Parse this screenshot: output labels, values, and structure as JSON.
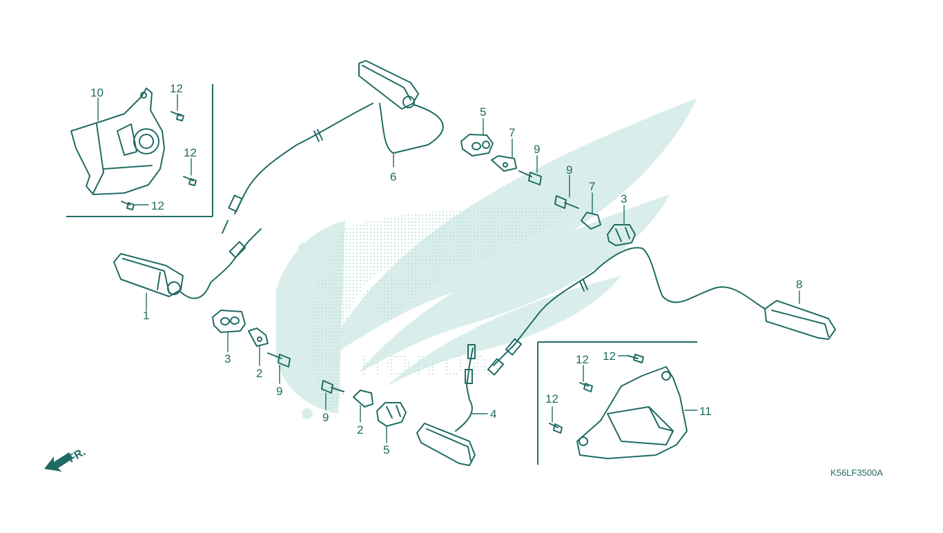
{
  "diagram": {
    "colors": {
      "line": "#1f6b63",
      "watermark": "#d9eeea",
      "watermark_dots": "#c4e2dc",
      "background": "#ffffff"
    },
    "watermark_text": "HONDA",
    "direction_label": "FR.",
    "part_code": "K56LF3500A",
    "callouts": {
      "c1": "1",
      "c2a": "2",
      "c2b": "2",
      "c3a": "3",
      "c3b": "3",
      "c4": "4",
      "c5a": "5",
      "c5b": "5",
      "c6": "6",
      "c7a": "7",
      "c7b": "7",
      "c8": "8",
      "c9a": "9",
      "c9b": "9",
      "c9c": "9",
      "c9d": "9",
      "c10": "10",
      "c11": "11",
      "c12a": "12",
      "c12b": "12",
      "c12c": "12",
      "c12d": "12",
      "c12e": "12",
      "c12f": "12"
    },
    "icons": [
      "winker-assembly-icon",
      "bracket-icon",
      "rubber-grommet-icon",
      "bolt-icon",
      "tapping-screw-icon",
      "direction-arrow-icon",
      "honda-wing-logo-icon"
    ]
  }
}
